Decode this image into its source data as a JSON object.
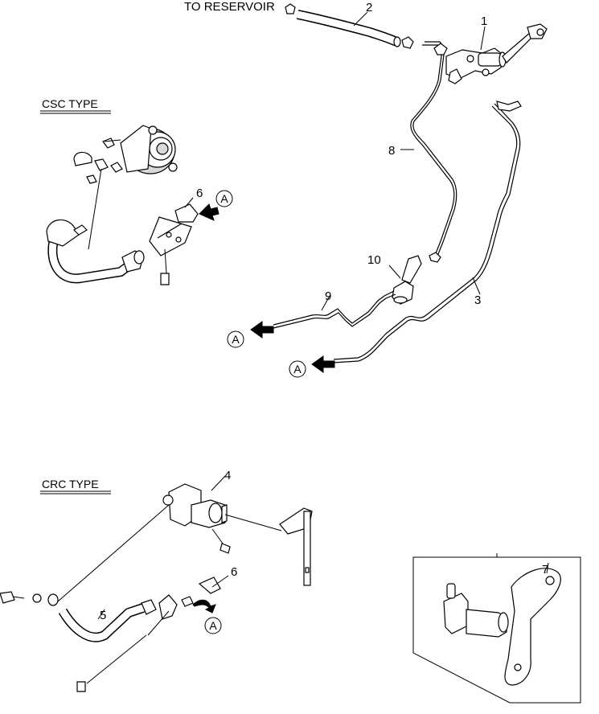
{
  "labels": {
    "to_reservoir": "TO RESERVOIR",
    "csc_type": "CSC TYPE",
    "crc_type": "CRC TYPE",
    "p1": "1",
    "p2": "2",
    "p3": "3",
    "p4": "4",
    "p5": "5",
    "p6a": "6",
    "p6b": "6",
    "p7": "7",
    "p8": "8",
    "p9": "9",
    "p10": "10",
    "refA": "A"
  },
  "colors": {
    "line": "#000000",
    "background": "#ffffff",
    "shade": "#d9d9d9"
  }
}
